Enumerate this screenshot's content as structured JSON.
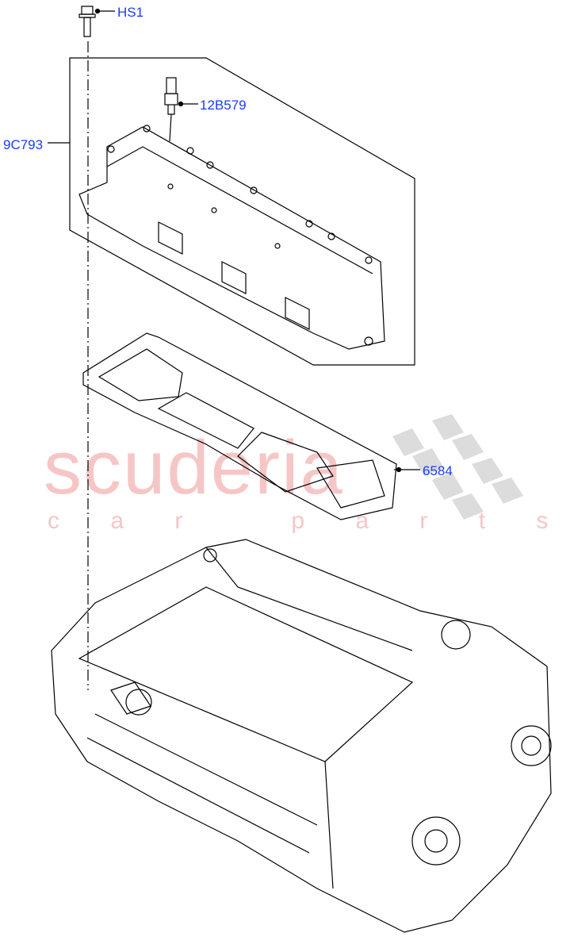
{
  "callouts": [
    {
      "id": "HS1",
      "label": "HS1"
    },
    {
      "id": "12B579",
      "label": "12B579"
    },
    {
      "id": "9C793",
      "label": "9C793"
    },
    {
      "id": "6584",
      "label": "6584"
    }
  ],
  "watermark": {
    "brand": "scuderia",
    "tagline": "c a r   p a r t s"
  },
  "colors": {
    "callout": "#1a3cff",
    "line": "#000000",
    "watermark": "#f2b8b8"
  }
}
